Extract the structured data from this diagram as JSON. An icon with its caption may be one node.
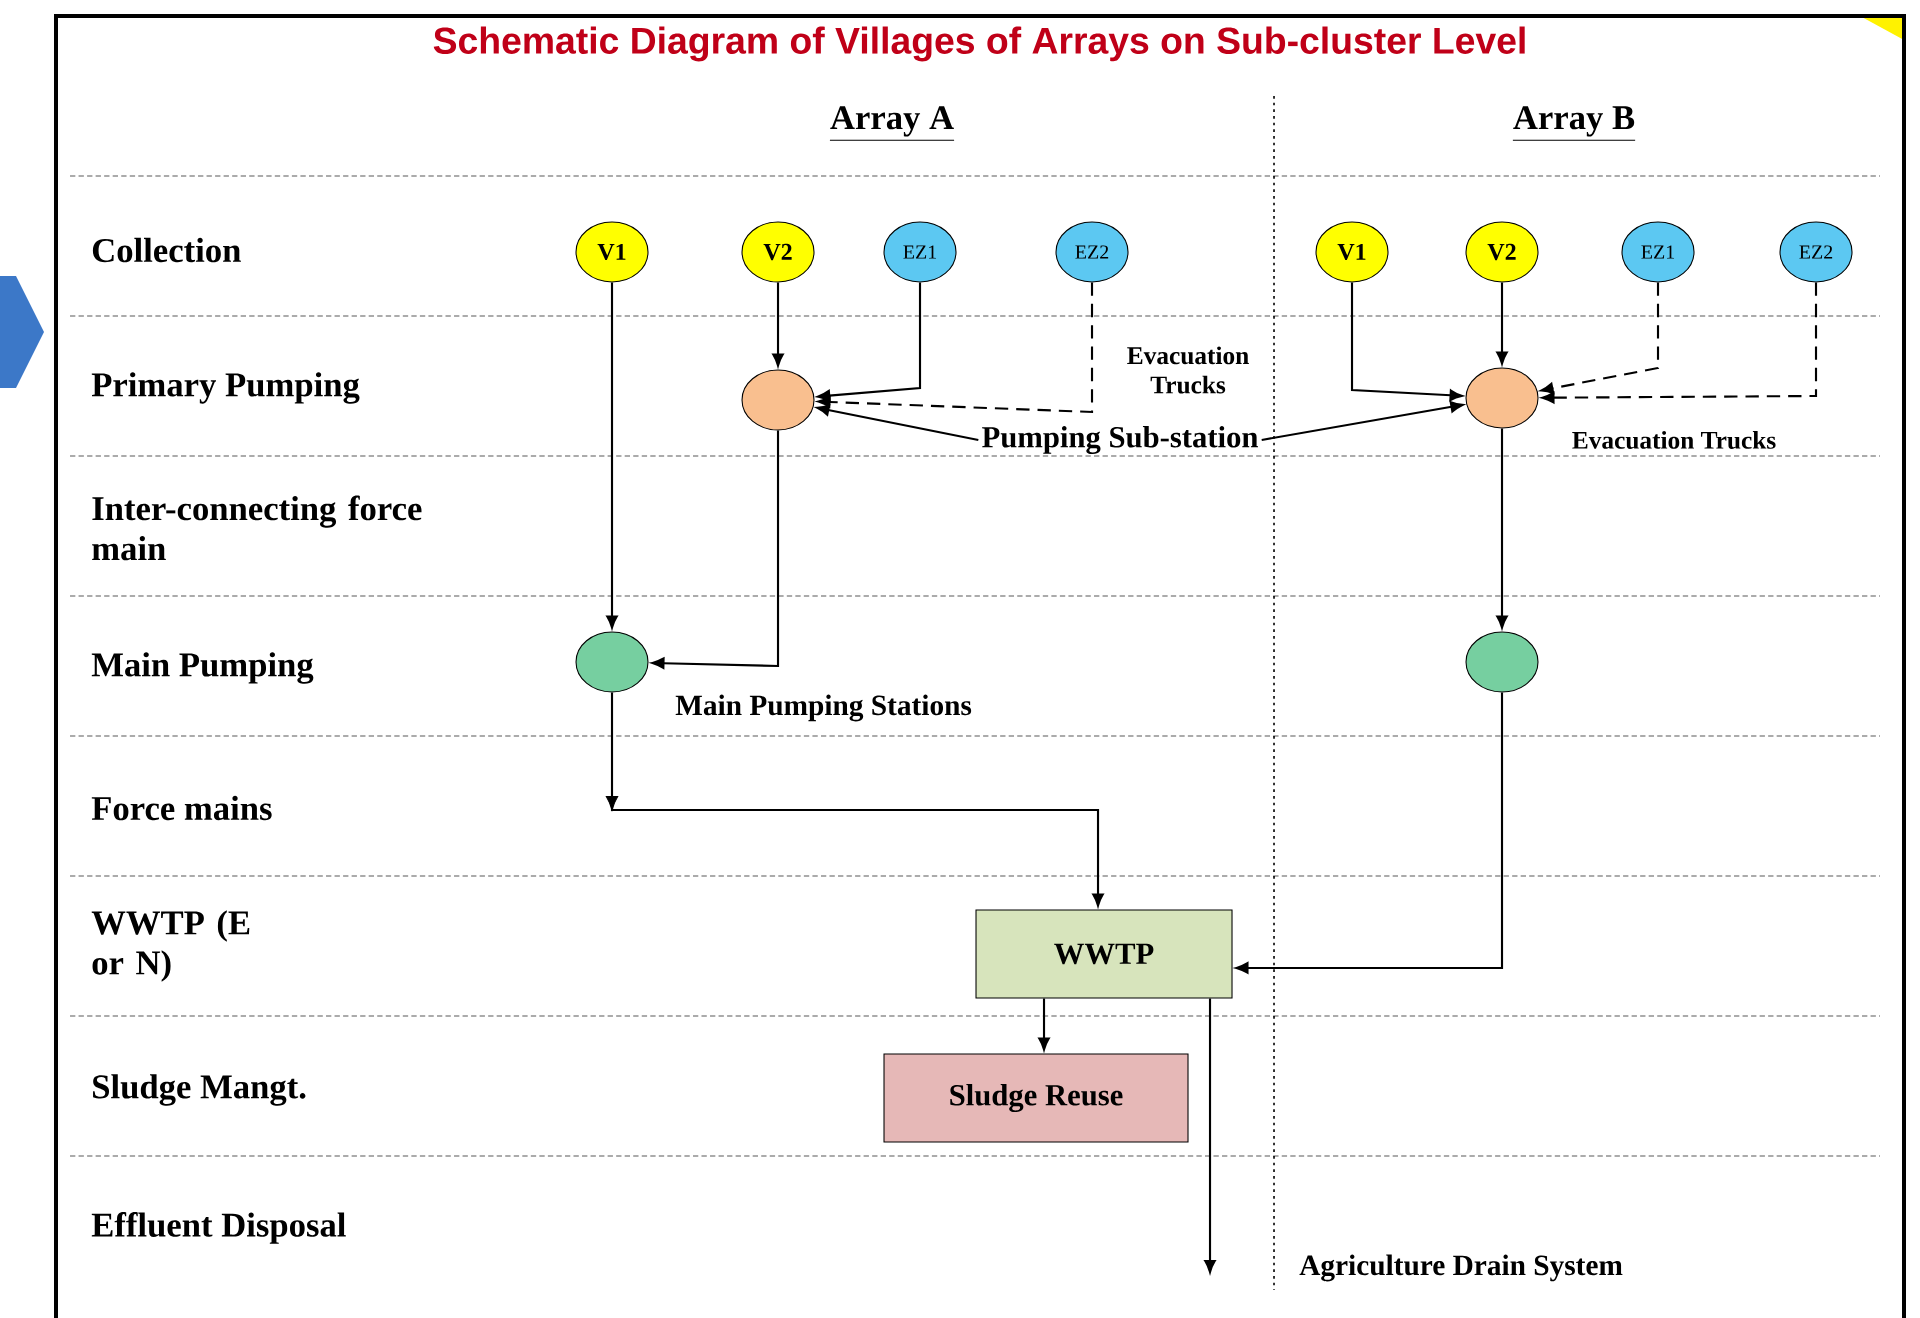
{
  "diagram": {
    "title": "Schematic Diagram of Villages of Arrays on Sub-cluster Level",
    "nodes": [
      {
        "text": [
          "V1"
        ]
      },
      {
        "text": [
          "V2"
        ]
      },
      {
        "text": [
          "EZ1"
        ]
      },
      {
        "text": [
          "EZ2"
        ]
      },
      {
        "text": [],
        "shape": "circle"
      },
      {
        "text": [],
        "shape": "circle"
      },
      {
        "text": [
          "V1"
        ]
      },
      {
        "text": [
          "V2"
        ]
      },
      {
        "text": [
          "EZ1"
        ]
      },
      {
        "text": [
          "EZ2"
        ]
      },
      {
        "text": [],
        "shape": "circle"
      },
      {
        "text": [],
        "shape": "circle"
      },
      {
        "text": [
          "WWTP"
        ]
      },
      {
        "text": [
          "Sludge Reuse"
        ]
      },
      {
        "text": [
          "Pumping Sub-station"
        ]
      }
    ],
    "edges": [
      {
        "from": 0,
        "to": 5,
        "arrow": "to"
      },
      {
        "from": 1,
        "to": 4,
        "arrow": "to"
      },
      {
        "from": 2,
        "to": 4,
        "arrow": "to"
      },
      {
        "from": 3,
        "to": 4,
        "arrow": "to",
        "style": "dashed"
      },
      {
        "from": 4,
        "to": 5,
        "arrow": "to"
      },
      {
        "from": 14,
        "to": 4,
        "arrow": "to"
      },
      {
        "from": 14,
        "to": 10,
        "arrow": "to"
      },
      {
        "from": 6,
        "to": 10,
        "arrow": "to"
      },
      {
        "from": 7,
        "to": 10,
        "arrow": "to"
      },
      {
        "from": 8,
        "to": 10,
        "arrow": "to",
        "style": "dashed"
      },
      {
        "from": 9,
        "to": 10,
        "arrow": "to",
        "style": "dashed"
      },
      {
        "from": 10,
        "to": 11,
        "arrow": "to"
      },
      {
        "from": 5,
        "to": 12,
        "arrow": "to"
      },
      {
        "from": 11,
        "to": 12,
        "arrow": "to"
      },
      {
        "from": 12,
        "to": 13,
        "arrow": "to"
      },
      {
        "from": 12,
        "to": null,
        "arrow": "to"
      }
    ],
    "labels": [
      "Array A",
      "Array B",
      "Collection",
      "Evacuation Trucks",
      "Primary Pumping",
      "Evacuation Trucks",
      "Inter-connecting force main",
      "Main Pumping",
      "Main Pumping Stations",
      "Force mains",
      "WWTP (E or N)",
      "Sludge Mangt.",
      "Effluent Disposal",
      "Agriculture Drain System"
    ]
  }
}
